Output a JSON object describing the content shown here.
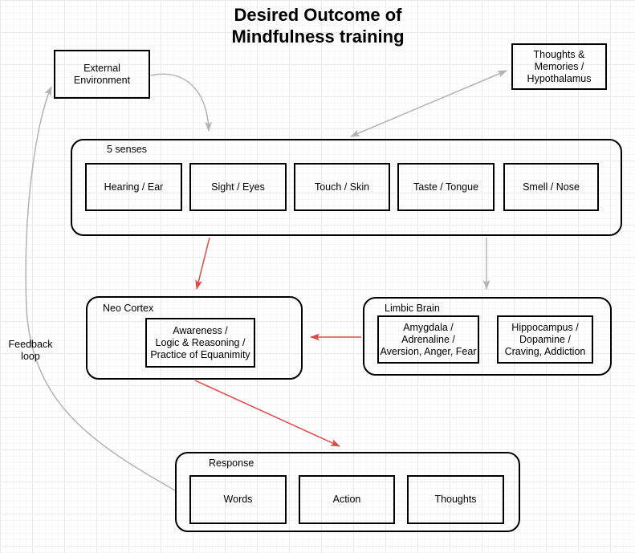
{
  "title": "Desired Outcome of\nMindfulness training",
  "nodes": {
    "external_environment": "External\nEnvironment",
    "thoughts_memories": "Thoughts &\nMemories /\nHypothalamus"
  },
  "groups": {
    "senses": {
      "label": "5 senses",
      "items": [
        "Hearing / Ear",
        "Sight / Eyes",
        "Touch / Skin",
        "Taste / Tongue",
        "Smell / Nose"
      ]
    },
    "neo_cortex": {
      "label": "Neo Cortex",
      "items": [
        "Awareness /\nLogic & Reasoning /\nPractice of Equanimity"
      ]
    },
    "limbic_brain": {
      "label": "Limbic Brain",
      "items": [
        "Amygdala /\nAdrenaline /\nAversion, Anger, Fear",
        "Hippocampus /\nDopamine /\nCraving, Addiction"
      ]
    },
    "response": {
      "label": "Response",
      "items": [
        "Words",
        "Action",
        "Thoughts"
      ]
    }
  },
  "labels": {
    "feedback_loop": "Feedback\nloop"
  },
  "colors": {
    "arrow_gray": "#b3b3b3",
    "arrow_red": "#de4b4b",
    "shape_border": "#000000",
    "grid_major": "#e9e9e9",
    "grid_minor": "#f7f7f7"
  }
}
